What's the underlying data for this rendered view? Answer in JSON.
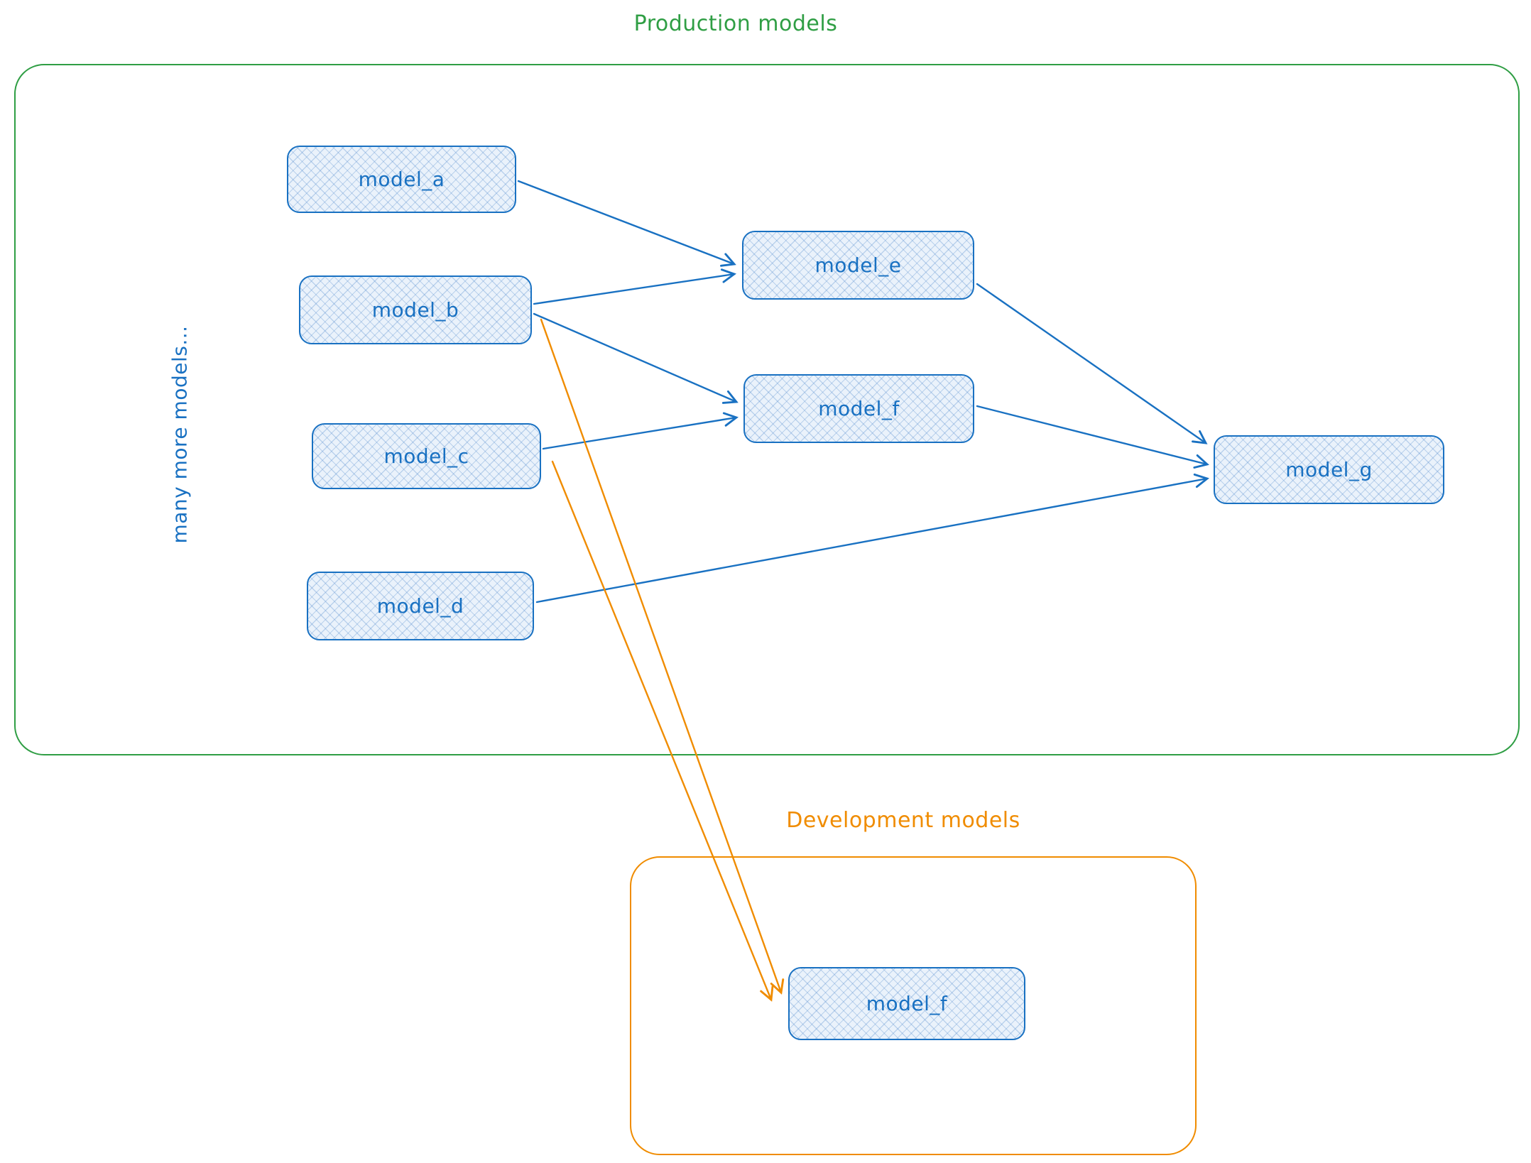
{
  "groups": {
    "production": {
      "title": "Production models",
      "border_color": "#2f9e44"
    },
    "development": {
      "title": "Development models",
      "border_color": "#f08c00"
    }
  },
  "side_note": "many more models...",
  "colors": {
    "node_stroke": "#1971c2",
    "node_fill": "#eaf2fb",
    "production_green": "#2f9e44",
    "development_orange": "#f08c00"
  },
  "nodes": {
    "model_a": {
      "label": "model_a",
      "group": "production"
    },
    "model_b": {
      "label": "model_b",
      "group": "production"
    },
    "model_c": {
      "label": "model_c",
      "group": "production"
    },
    "model_d": {
      "label": "model_d",
      "group": "production"
    },
    "model_e": {
      "label": "model_e",
      "group": "production"
    },
    "model_f": {
      "label": "model_f",
      "group": "production"
    },
    "model_g": {
      "label": "model_g",
      "group": "production"
    },
    "dev_model_f": {
      "label": "model_f",
      "group": "development"
    }
  },
  "edges": [
    {
      "from": "model_a",
      "to": "model_e",
      "color": "blue"
    },
    {
      "from": "model_b",
      "to": "model_e",
      "color": "blue"
    },
    {
      "from": "model_b",
      "to": "model_f",
      "color": "blue"
    },
    {
      "from": "model_c",
      "to": "model_f",
      "color": "blue"
    },
    {
      "from": "model_e",
      "to": "model_g",
      "color": "blue"
    },
    {
      "from": "model_f",
      "to": "model_g",
      "color": "blue"
    },
    {
      "from": "model_d",
      "to": "model_g",
      "color": "blue"
    },
    {
      "from": "model_b",
      "to": "dev_model_f",
      "color": "orange"
    },
    {
      "from": "model_c",
      "to": "dev_model_f",
      "color": "orange"
    }
  ]
}
